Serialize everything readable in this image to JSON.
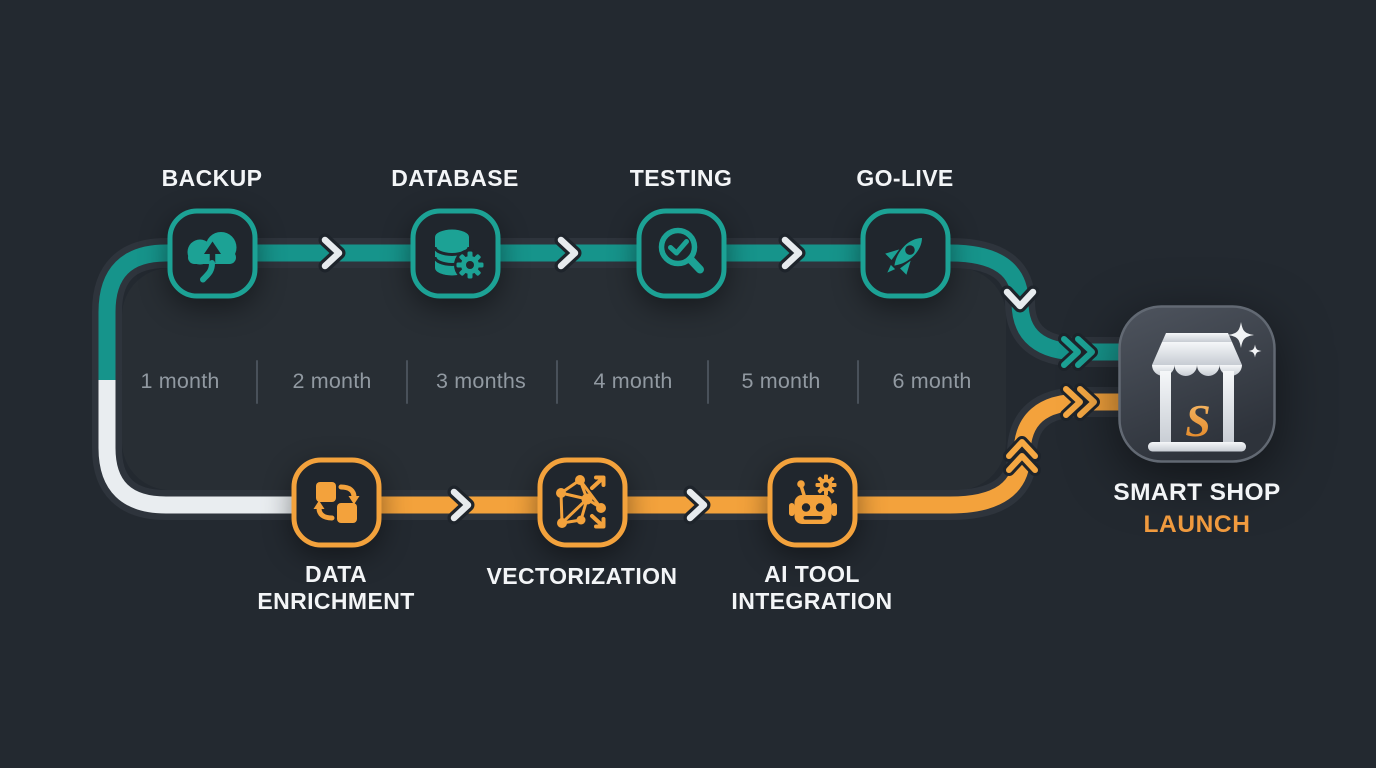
{
  "palette": {
    "background": "#232930",
    "teal": "#16948b",
    "orange": "#f3a23c",
    "track_white": "#e9edf0",
    "label_white": "#f3f5f7",
    "month_gray": "#9199a1",
    "launch_orange": "#f09a3e"
  },
  "top_steps": [
    {
      "label": "BACKUP",
      "icon": "cloud-upload-icon"
    },
    {
      "label": "DATABASE",
      "icon": "database-gear-icon"
    },
    {
      "label": "TESTING",
      "icon": "magnifier-check-icon"
    },
    {
      "label": "GO-LIVE",
      "icon": "rocket-icon"
    }
  ],
  "bottom_steps": [
    {
      "label": "DATA\nENRICHMENT",
      "icon": "data-sync-icon"
    },
    {
      "label": "VECTORIZATION",
      "icon": "network-nodes-icon"
    },
    {
      "label": "AI TOOL\nINTEGRATION",
      "icon": "robot-gear-icon"
    }
  ],
  "timeline": {
    "months": [
      "1 month",
      "2 month",
      "3 months",
      "4 month",
      "5 month",
      "6 month"
    ]
  },
  "goal": {
    "title": "SMART SHOP",
    "subtitle": "LAUNCH",
    "icon": "storefront-icon"
  }
}
